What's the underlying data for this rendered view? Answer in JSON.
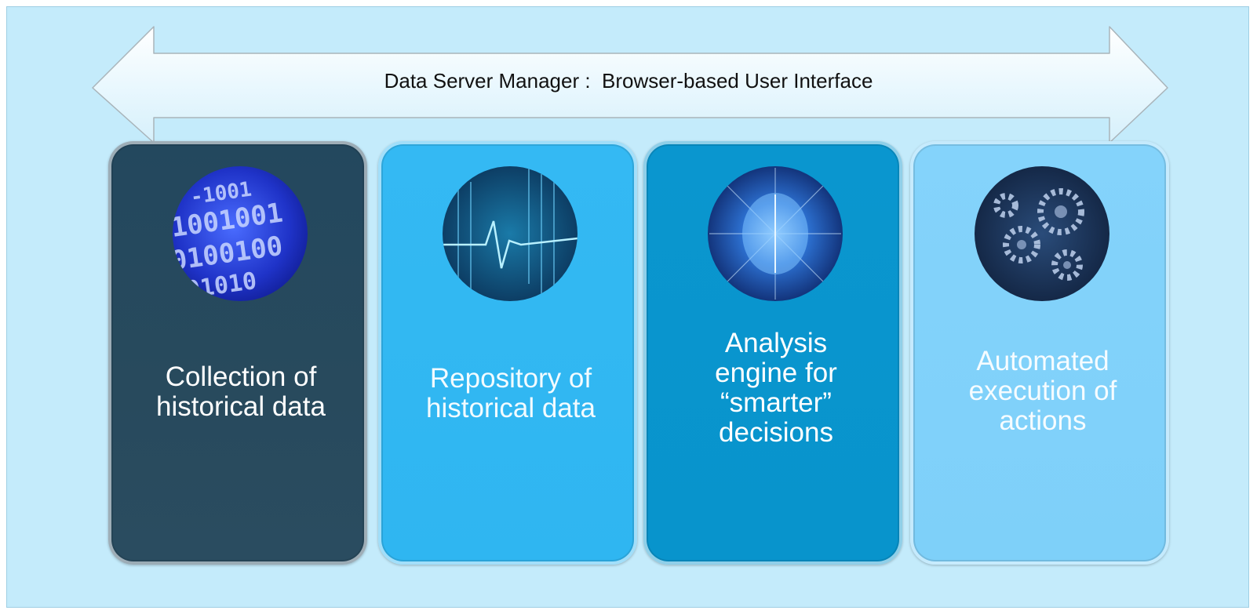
{
  "arrow": {
    "label": "Data Server Manager :  Browser-based User Interface"
  },
  "cards": [
    {
      "icon": "binary-data-icon",
      "text": "Collection of\nhistorical data",
      "color": "#284a5d"
    },
    {
      "icon": "data-repository-icon",
      "text": "Repository of\nhistorical data",
      "color": "#2fb6f1"
    },
    {
      "icon": "brain-analysis-icon",
      "text": "Analysis\nengine for\n“smarter”\ndecisions",
      "color": "#0894cc"
    },
    {
      "icon": "gears-automation-icon",
      "text": "Automated\nexecution of\nactions",
      "color": "#7ed0f9"
    }
  ],
  "colors": {
    "background": "#c4ebfb",
    "arrow_fill": "#e4f6fd"
  }
}
